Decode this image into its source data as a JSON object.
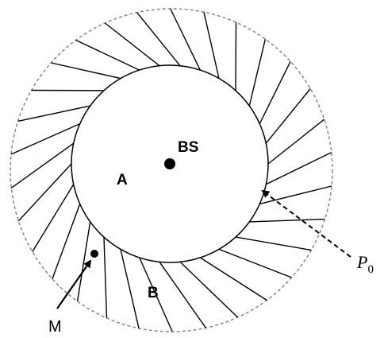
{
  "labels": {
    "bs": "BS",
    "a": "A",
    "b": "B",
    "m": "M",
    "p0_main": "P",
    "p0_sub": "0"
  },
  "colors": {
    "stroke": "#000000",
    "outer_dashed": "#888888",
    "background": "#ffffff"
  },
  "structure": {
    "spoke_count": 30,
    "outer_boundary": "dashed",
    "inner_boundary": "solid"
  }
}
